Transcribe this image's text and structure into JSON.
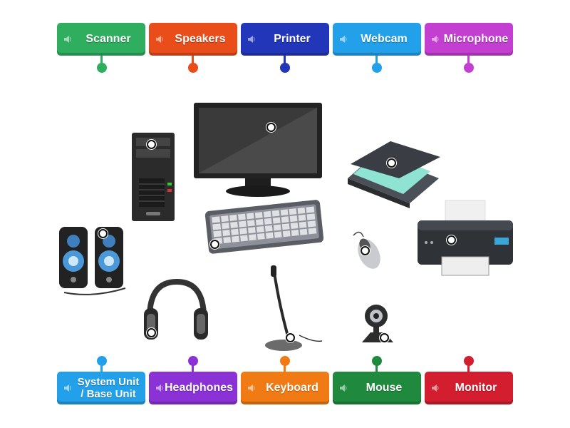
{
  "top_labels": [
    {
      "label": "Scanner",
      "color": "#2fae5f"
    },
    {
      "label": "Speakers",
      "color": "#e84d1a"
    },
    {
      "label": "Printer",
      "color": "#2136b8"
    },
    {
      "label": "Webcam",
      "color": "#23a0ea"
    },
    {
      "label": "Microphone",
      "color": "#c23fd1"
    }
  ],
  "bottom_labels": [
    {
      "label": "System Unit\n/ Base Unit",
      "color": "#23a0ea"
    },
    {
      "label": "Headphones",
      "color": "#8b32d6"
    },
    {
      "label": "Keyboard",
      "color": "#f07b14"
    },
    {
      "label": "Mouse",
      "color": "#1f8a3e"
    },
    {
      "label": "Monitor",
      "color": "#d21e2e"
    }
  ],
  "icons": {
    "tag_icon": "speaker-icon"
  }
}
